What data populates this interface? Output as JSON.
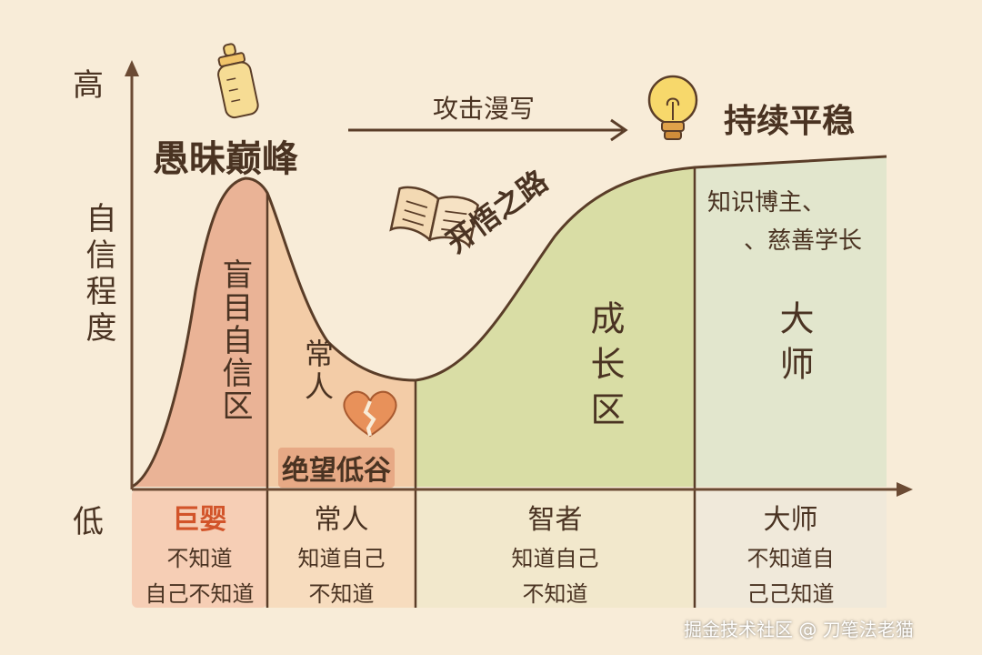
{
  "axis": {
    "y_label": "自信程度",
    "y_high": "高",
    "y_low": "低"
  },
  "top": {
    "peak_label": "愚昧巅峰",
    "arrow_label": "攻击漫写",
    "plateau_label": "持续平稳",
    "path_label": "开悟之路"
  },
  "zones": {
    "blind": "盲目自信区",
    "common": "常人",
    "valley": "绝望低谷",
    "growth": "成长区",
    "master": "大师",
    "master_note_1": "知识博主、",
    "master_note_2": "、慈善学长"
  },
  "columns": [
    {
      "title": "巨婴",
      "line1": "不知道",
      "line2": "自己不知道"
    },
    {
      "title": "常人",
      "line1": "知道自己",
      "line2": "不知道"
    },
    {
      "title": "智者",
      "line1": "知道自己",
      "line2": "不知道"
    },
    {
      "title": "大师",
      "line1": "不知道自",
      "line2": "己己知道"
    }
  ],
  "colors": {
    "background": "#f8ecd8",
    "blind_zone": "#e8a98b",
    "common_zone": "#f2c79f",
    "growth_zone": "#d5dca0",
    "master_zone": "#dfe5cc",
    "ink": "#4a3322",
    "accent_red": "#d2542a"
  },
  "icons": [
    "baby-bottle-icon",
    "lightbulb-icon",
    "open-book-icon",
    "broken-heart-icon"
  ],
  "watermark": "掘金技术社区 @ 刀笔法老猫"
}
